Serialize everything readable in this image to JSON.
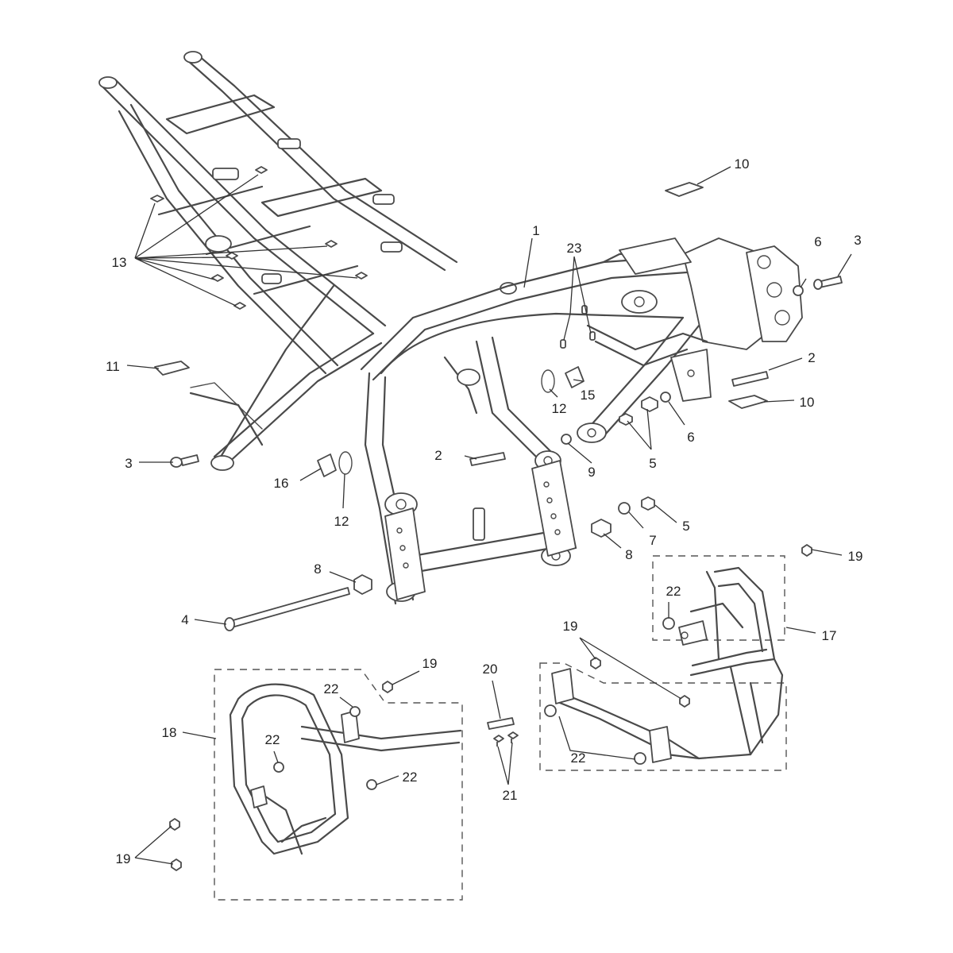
{
  "callouts": [
    {
      "id": "c1",
      "label": "1"
    },
    {
      "id": "c2a",
      "label": "2"
    },
    {
      "id": "c2b",
      "label": "2"
    },
    {
      "id": "c3a",
      "label": "3"
    },
    {
      "id": "c3b",
      "label": "3"
    },
    {
      "id": "c4",
      "label": "4"
    },
    {
      "id": "c5a",
      "label": "5"
    },
    {
      "id": "c5b",
      "label": "5"
    },
    {
      "id": "c6a",
      "label": "6"
    },
    {
      "id": "c6b",
      "label": "6"
    },
    {
      "id": "c7",
      "label": "7"
    },
    {
      "id": "c8a",
      "label": "8"
    },
    {
      "id": "c8b",
      "label": "8"
    },
    {
      "id": "c9",
      "label": "9"
    },
    {
      "id": "c10a",
      "label": "10"
    },
    {
      "id": "c10b",
      "label": "10"
    },
    {
      "id": "c11",
      "label": "11"
    },
    {
      "id": "c12a",
      "label": "12"
    },
    {
      "id": "c12b",
      "label": "12"
    },
    {
      "id": "c13",
      "label": "13"
    },
    {
      "id": "c15",
      "label": "15"
    },
    {
      "id": "c16",
      "label": "16"
    },
    {
      "id": "c17",
      "label": "17"
    },
    {
      "id": "c18",
      "label": "18"
    },
    {
      "id": "c19a",
      "label": "19"
    },
    {
      "id": "c19b",
      "label": "19"
    },
    {
      "id": "c19c",
      "label": "19"
    },
    {
      "id": "c19d",
      "label": "19"
    },
    {
      "id": "c20",
      "label": "20"
    },
    {
      "id": "c21",
      "label": "21"
    },
    {
      "id": "c22a",
      "label": "22"
    },
    {
      "id": "c22b",
      "label": "22"
    },
    {
      "id": "c22c",
      "label": "22"
    },
    {
      "id": "c22d",
      "label": "22"
    },
    {
      "id": "c22e",
      "label": "22"
    },
    {
      "id": "c23",
      "label": "23"
    }
  ]
}
